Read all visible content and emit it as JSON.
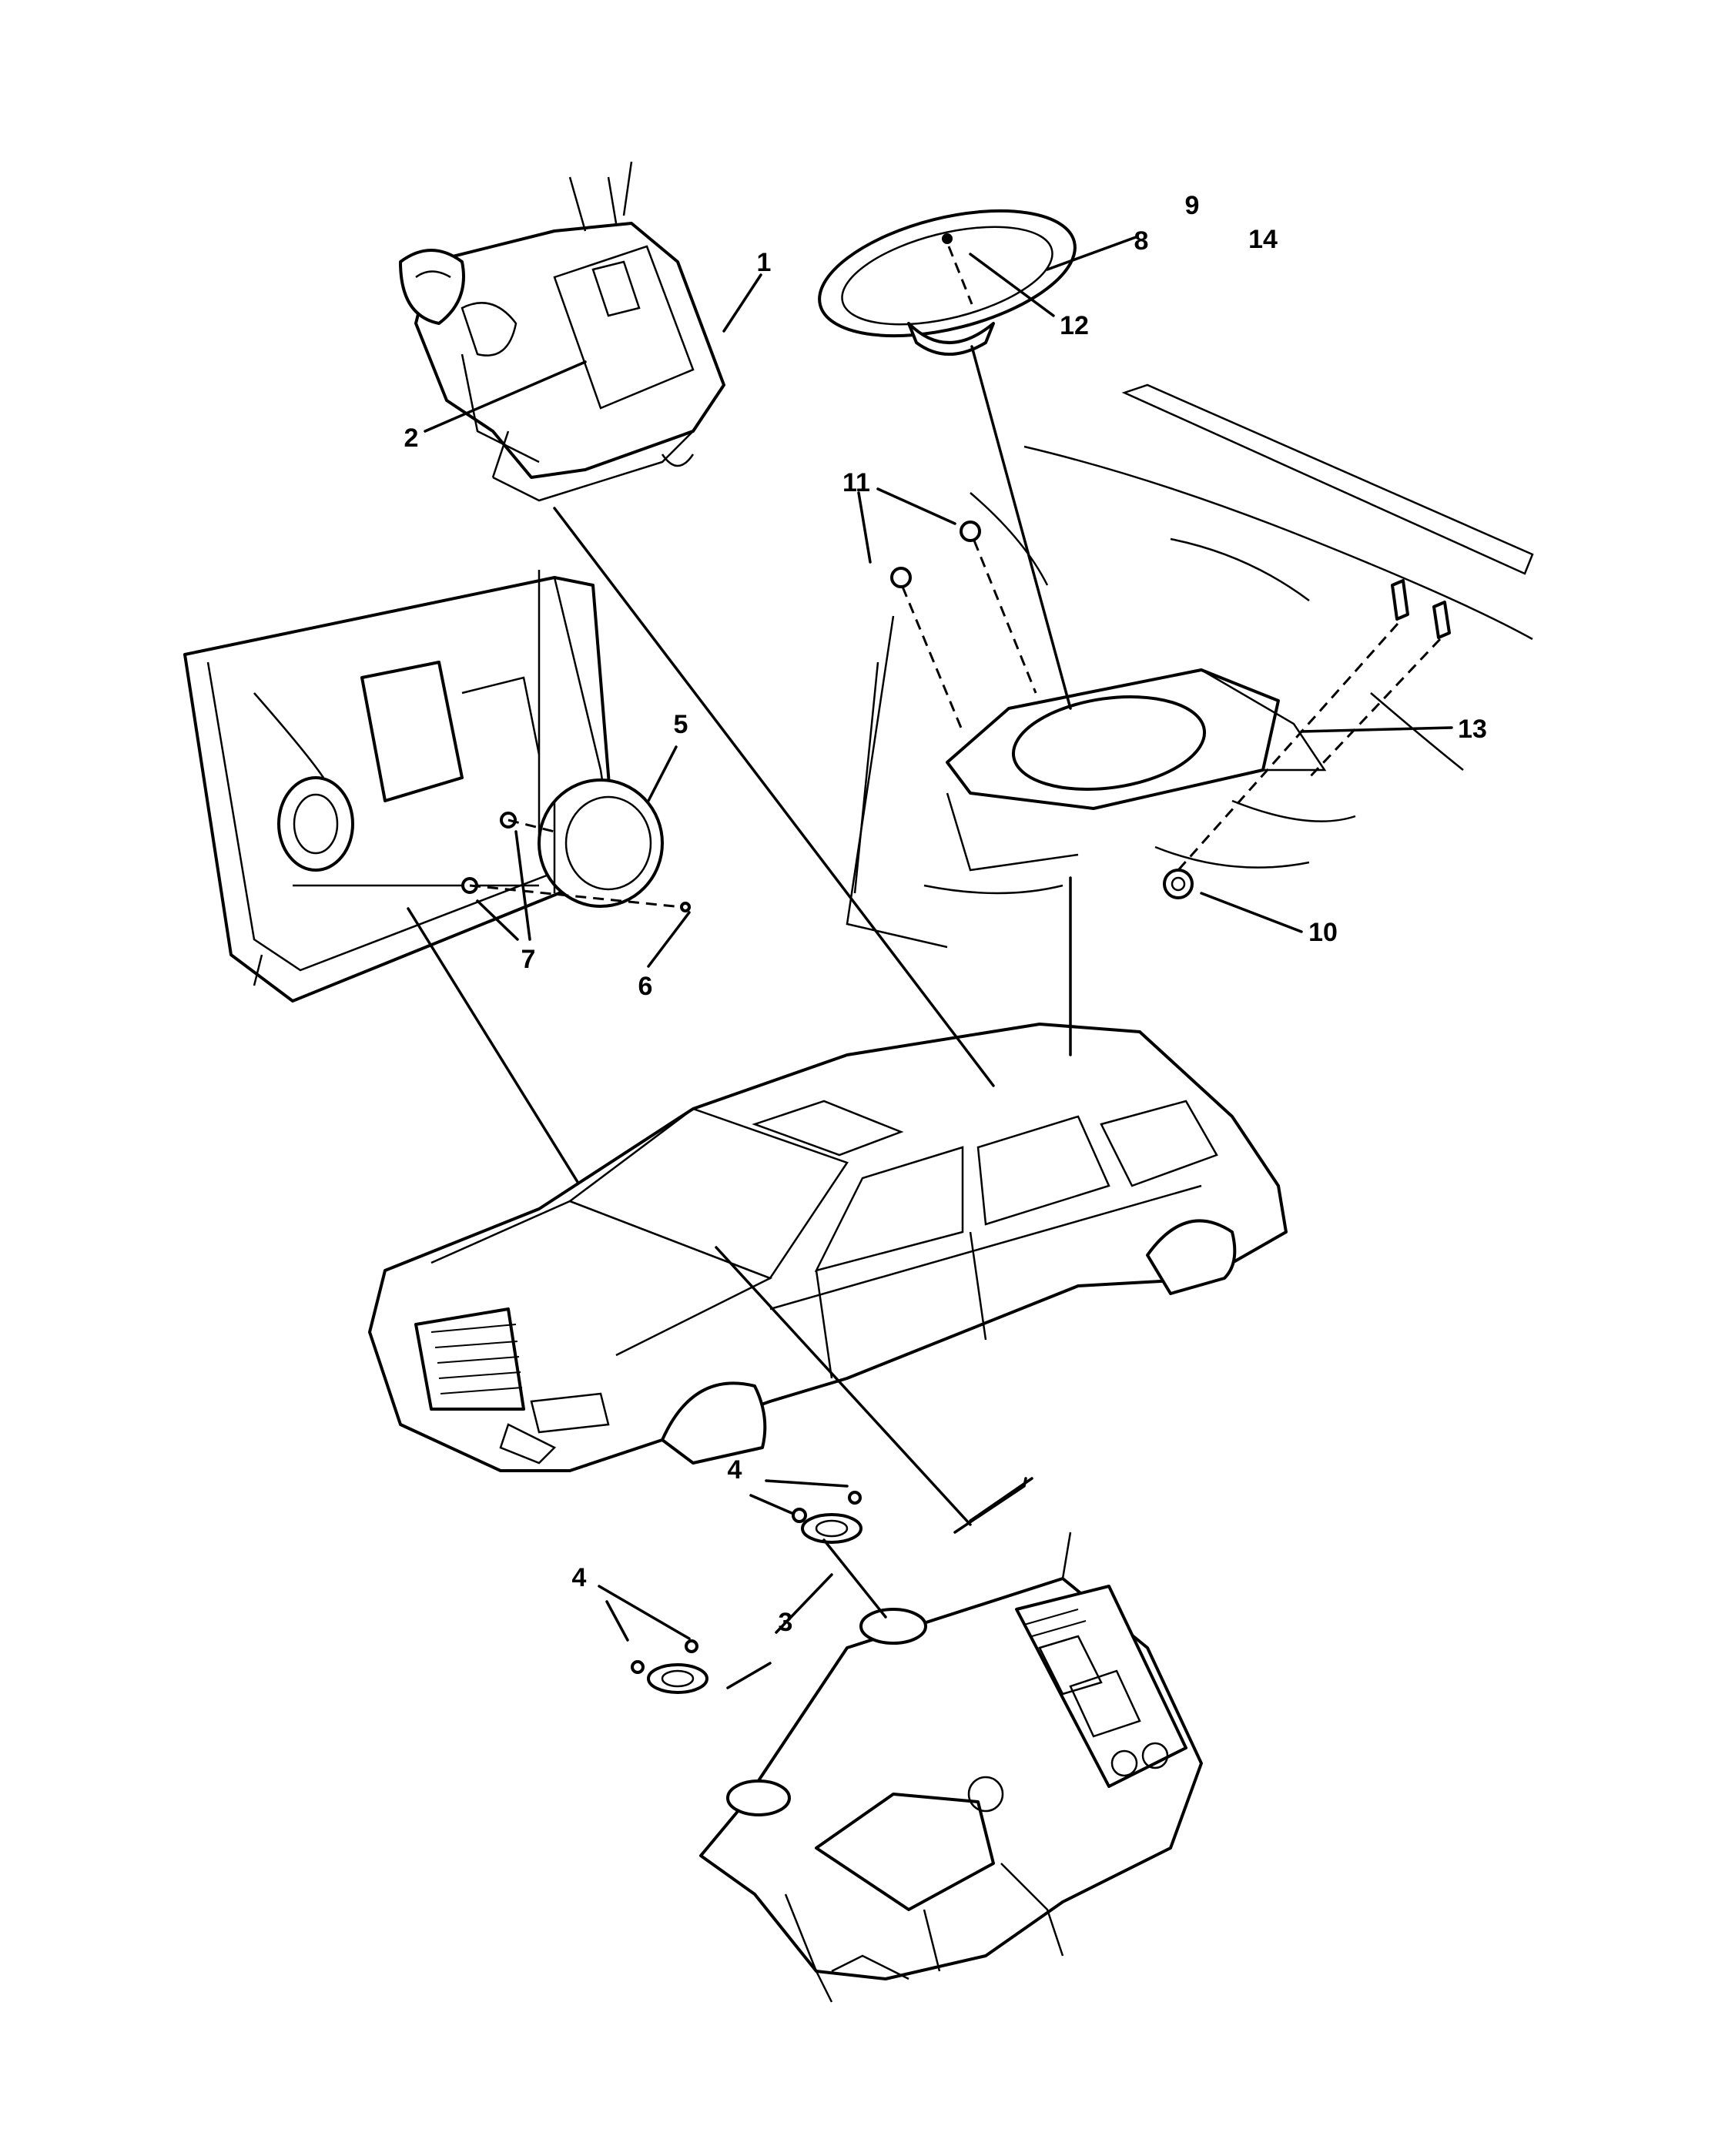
{
  "diagram": {
    "callouts": [
      {
        "id": "c1",
        "label": "1"
      },
      {
        "id": "c2",
        "label": "2"
      },
      {
        "id": "c3",
        "label": "3"
      },
      {
        "id": "c4a",
        "label": "4"
      },
      {
        "id": "c4b",
        "label": "4"
      },
      {
        "id": "c5",
        "label": "5"
      },
      {
        "id": "c6",
        "label": "6"
      },
      {
        "id": "c7",
        "label": "7"
      },
      {
        "id": "c8",
        "label": "8"
      },
      {
        "id": "c9",
        "label": "9"
      },
      {
        "id": "c10",
        "label": "10"
      },
      {
        "id": "c11",
        "label": "11"
      },
      {
        "id": "c12",
        "label": "12"
      },
      {
        "id": "c13",
        "label": "13"
      },
      {
        "id": "c14",
        "label": "14"
      }
    ]
  }
}
